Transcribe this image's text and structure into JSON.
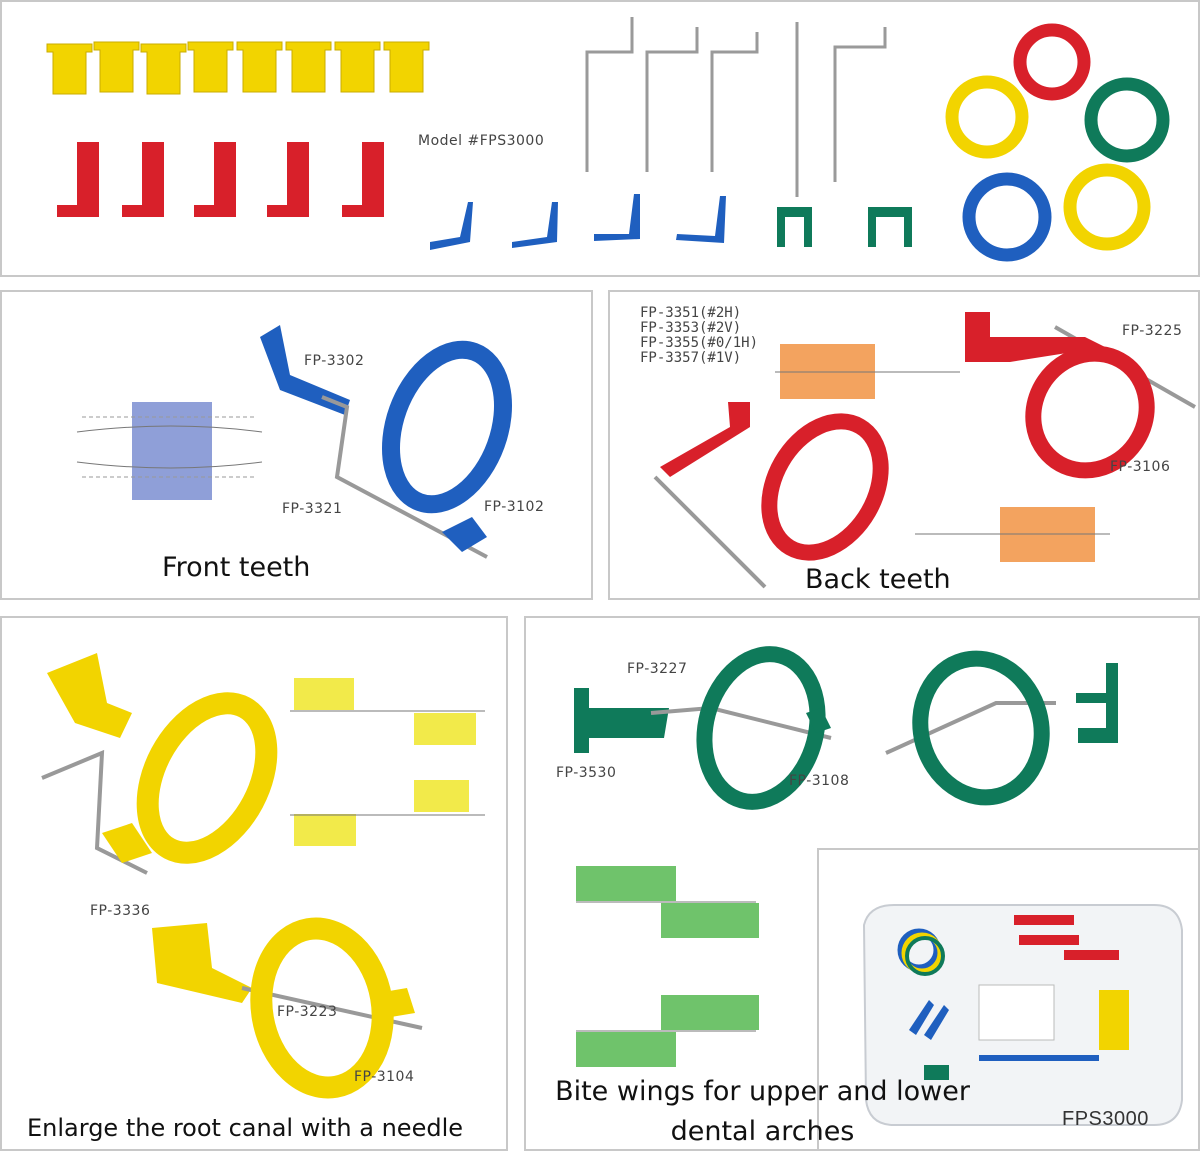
{
  "top_panel": {
    "model_label": "Model #FPS3000"
  },
  "front_panel": {
    "caption": "Front teeth",
    "parts": [
      "FP-3302",
      "FP-3321",
      "FP-3102"
    ]
  },
  "back_panel": {
    "caption": "Back teeth",
    "codes": [
      "FP-3351(#2H)",
      "FP-3353(#2V)",
      "FP-3355(#0/1H)",
      "FP-3357(#1V)"
    ],
    "parts": [
      "FP-3225",
      "FP-3106"
    ]
  },
  "endo_panel": {
    "caption": "Enlarge the root canal with a needle",
    "parts": [
      "FP-3336",
      "FP-3223",
      "FP-3104"
    ]
  },
  "bitewing_panel": {
    "caption_line1": "Bite wings for upper and lower",
    "caption_line2": "dental arches",
    "parts": [
      "FP-3227",
      "FP-3530",
      "FP-3108"
    ]
  },
  "kit_panel": {
    "label": "FPS3000"
  },
  "colors": {
    "yellow": "#f2d400",
    "red": "#d8202a",
    "green": "#0f7a5a",
    "blue": "#1f5fbf",
    "highlight_blue": "#8f9fd8",
    "highlight_orange": "#f3a35f",
    "highlight_yellow": "#f2ea4a",
    "highlight_green": "#6fc36b"
  }
}
